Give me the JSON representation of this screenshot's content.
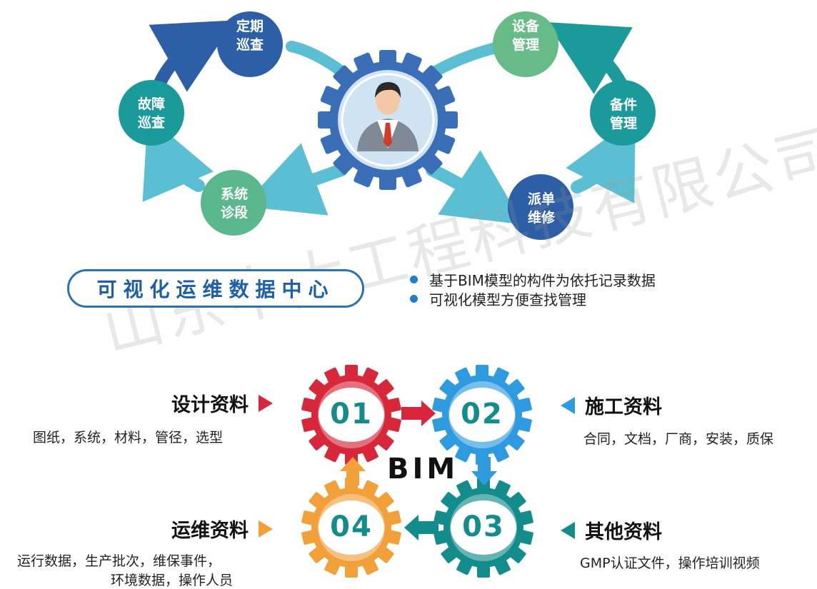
{
  "watermark": "山东中大工程科技有限公司",
  "cycle": {
    "nodes": [
      {
        "label_line1": "定期",
        "label_line2": "巡查",
        "color": "#2c5fa6"
      },
      {
        "label_line1": "故障",
        "label_line2": "巡查",
        "color": "#1a9a9a"
      },
      {
        "label_line1": "系统",
        "label_line2": "诊段",
        "color": "#5ab88c"
      },
      {
        "label_line1": "设备",
        "label_line2": "管理",
        "color": "#66bb86"
      },
      {
        "label_line1": "备件",
        "label_line2": "管理",
        "color": "#1a9a9a"
      },
      {
        "label_line1": "派单",
        "label_line2": "维修",
        "color": "#2c5fa6"
      }
    ],
    "center_icon": "person-icon"
  },
  "center_title": "可视化运维数据中心",
  "bullets": [
    "基于BIM模型的构件为依托记录数据",
    "可视化模型方便查找管理"
  ],
  "bim_label": "BIM",
  "sections": {
    "design": {
      "title": "设计资料",
      "desc": "图纸，系统，材料，管径，选型",
      "color": "#d8263b"
    },
    "construction": {
      "title": "施工资料",
      "desc": "合同，文档，厂商，安装，质保",
      "color": "#2e9be0"
    },
    "operation": {
      "title": "运维资料",
      "desc_line1": "运行数据，生产批次，维保事件，",
      "desc_line2": "环境数据，操作人员",
      "color": "#f2a03a"
    },
    "other": {
      "title": "其他资料",
      "desc": "GMP认证文件，操作培训视频",
      "color": "#138c8c"
    }
  },
  "gears": [
    {
      "number": "01",
      "color": "#d8263b"
    },
    {
      "number": "02",
      "color": "#2e9be0"
    },
    {
      "number": "03",
      "color": "#138c8c"
    },
    {
      "number": "04",
      "color": "#f2a03a"
    }
  ]
}
